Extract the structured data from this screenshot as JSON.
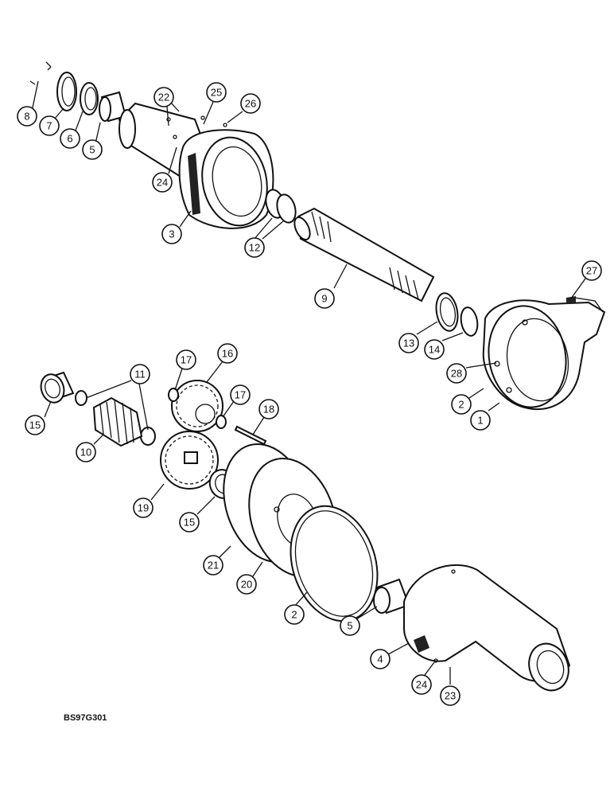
{
  "figure_code": "BS97G301",
  "callouts": [
    {
      "label": "8"
    },
    {
      "label": "7"
    },
    {
      "label": "6"
    },
    {
      "label": "5"
    },
    {
      "label": "22"
    },
    {
      "label": "25"
    },
    {
      "label": "26"
    },
    {
      "label": "24"
    },
    {
      "label": "3"
    },
    {
      "label": "12"
    },
    {
      "label": "9"
    },
    {
      "label": "27"
    },
    {
      "label": "13"
    },
    {
      "label": "14"
    },
    {
      "label": "28"
    },
    {
      "label": "2"
    },
    {
      "label": "1"
    },
    {
      "label": "11"
    },
    {
      "label": "17"
    },
    {
      "label": "16"
    },
    {
      "label": "17"
    },
    {
      "label": "18"
    },
    {
      "label": "15"
    },
    {
      "label": "10"
    },
    {
      "label": "19"
    },
    {
      "label": "15"
    },
    {
      "label": "21"
    },
    {
      "label": "20"
    },
    {
      "label": "2"
    },
    {
      "label": "5"
    },
    {
      "label": "4"
    },
    {
      "label": "24"
    },
    {
      "label": "23"
    }
  ]
}
